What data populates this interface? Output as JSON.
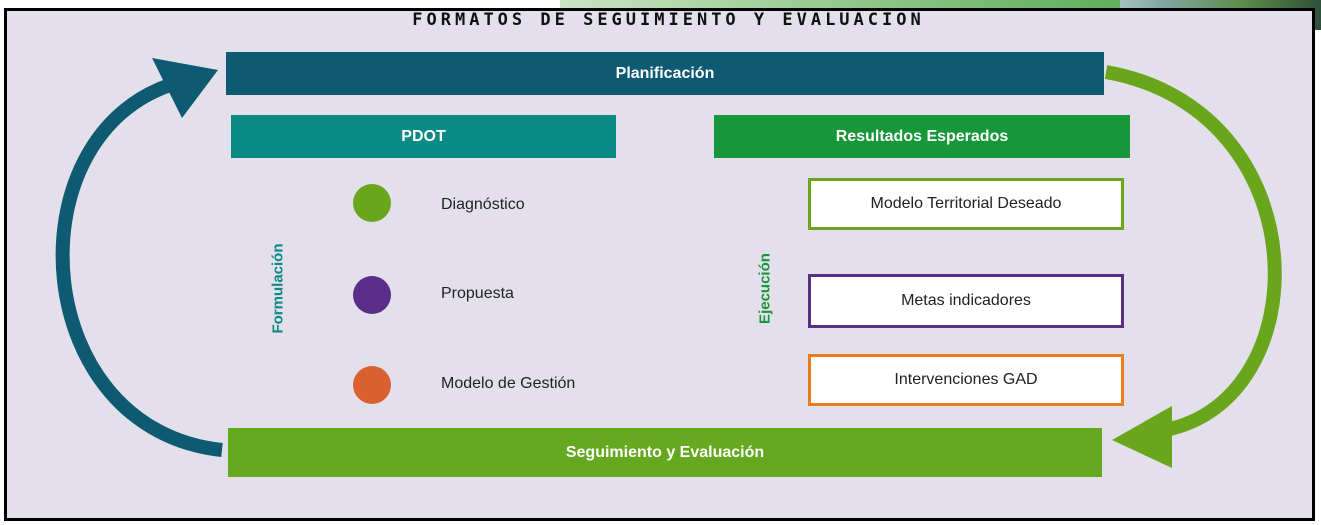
{
  "title": "FORMATOS DE SEGUIMIENTO Y EVALUACION",
  "planificacion": "Planificación",
  "seguimiento": "Seguimiento y Evaluación",
  "left": {
    "header": "PDOT",
    "side_label": "Formulación",
    "items": [
      {
        "label": "Diagnóstico",
        "color": "#6aa61c"
      },
      {
        "label": "Propuesta",
        "color": "#5a2d86"
      },
      {
        "label": "Modelo de Gestión",
        "color": "#d9602f"
      }
    ]
  },
  "right": {
    "header": "Resultados Esperados",
    "side_label": "Ejecución",
    "items": [
      {
        "label": "Modelo Territorial Deseado",
        "color": "#6aa61c"
      },
      {
        "label": "Metas indicadores",
        "color": "#5a2d86"
      },
      {
        "label": "Intervenciones GAD",
        "color": "#ea7c1e"
      }
    ]
  },
  "colors": {
    "planificacion": "#0f5a73",
    "seguimiento": "#66a820",
    "pdot_header": "#0b8a85",
    "resultados_header": "#18963a",
    "formulacion_text": "#0b8a85",
    "ejecucion_text": "#18963a",
    "left_arrow": "#0f5a73",
    "right_arrow": "#6aa61c"
  }
}
